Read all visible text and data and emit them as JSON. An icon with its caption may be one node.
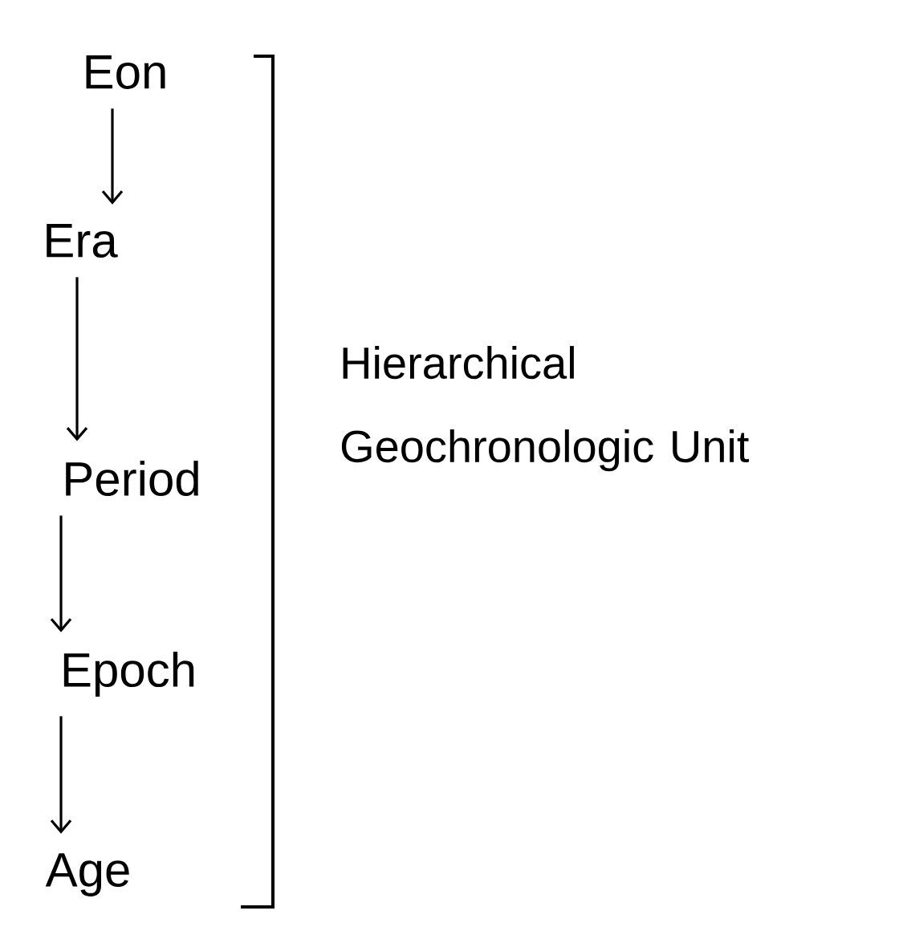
{
  "diagram": {
    "nodes": [
      {
        "text": [
          "Eon"
        ]
      },
      {
        "text": [
          "Era"
        ]
      },
      {
        "text": [
          "Period"
        ]
      },
      {
        "text": [
          "Epoch"
        ]
      },
      {
        "text": [
          "Age"
        ]
      }
    ],
    "edges": [
      {
        "from": 0,
        "to": 1,
        "arrow": "to"
      },
      {
        "from": 1,
        "to": 2,
        "arrow": "to"
      },
      {
        "from": 2,
        "to": 3,
        "arrow": "to"
      },
      {
        "from": 3,
        "to": 4,
        "arrow": "to"
      }
    ],
    "labels": [
      "Hierarchical Geochronologic Unit"
    ]
  }
}
